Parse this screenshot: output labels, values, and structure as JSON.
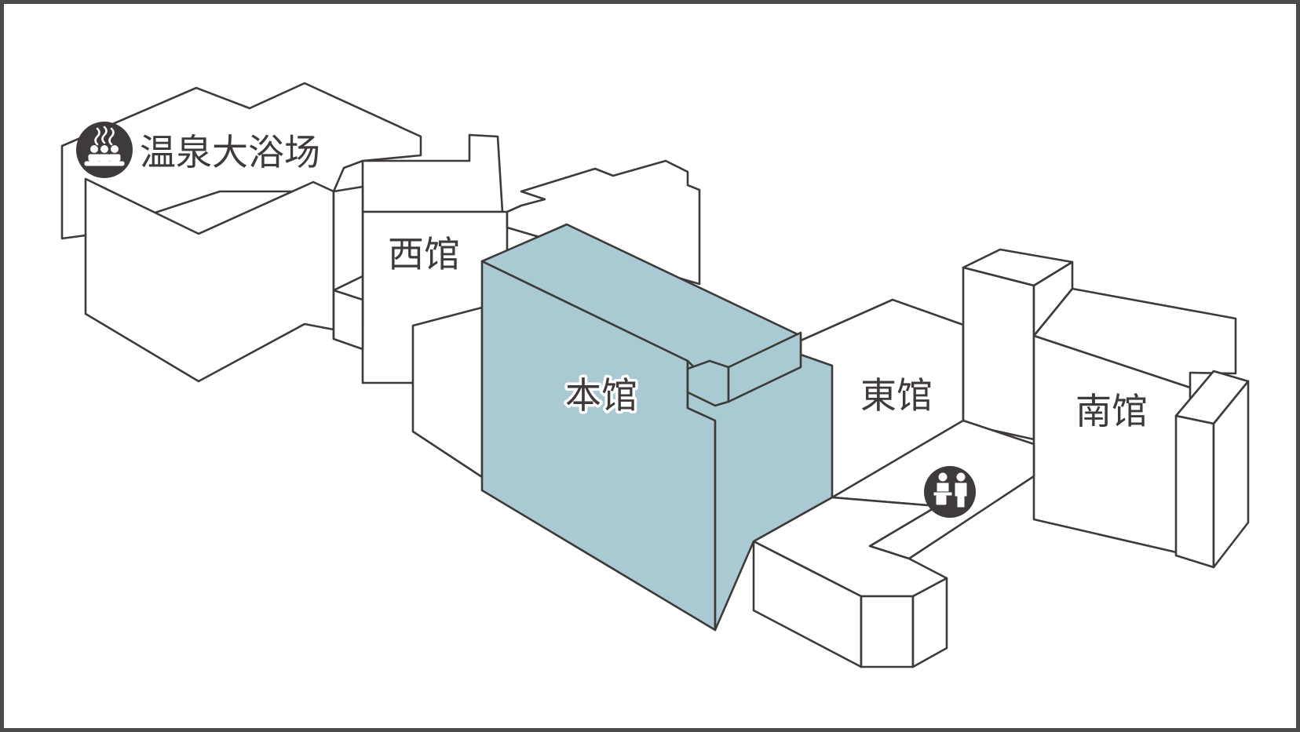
{
  "map": {
    "buildings": [
      {
        "id": "onsen",
        "label": "温泉大浴场",
        "icon": "hot-spring-icon",
        "selected": false
      },
      {
        "id": "west",
        "label": "西馆",
        "selected": false
      },
      {
        "id": "main",
        "label": "本馆",
        "selected": true
      },
      {
        "id": "east",
        "label": "東馆",
        "selected": false
      },
      {
        "id": "south",
        "label": "南馆",
        "selected": false
      }
    ],
    "front_desk_icon": "front-desk-icon",
    "colors": {
      "selected_fill": "#a9c9d3",
      "outline": "#3e3a39",
      "icon": "#3e3a39",
      "frame": "#4a4a4a"
    }
  }
}
